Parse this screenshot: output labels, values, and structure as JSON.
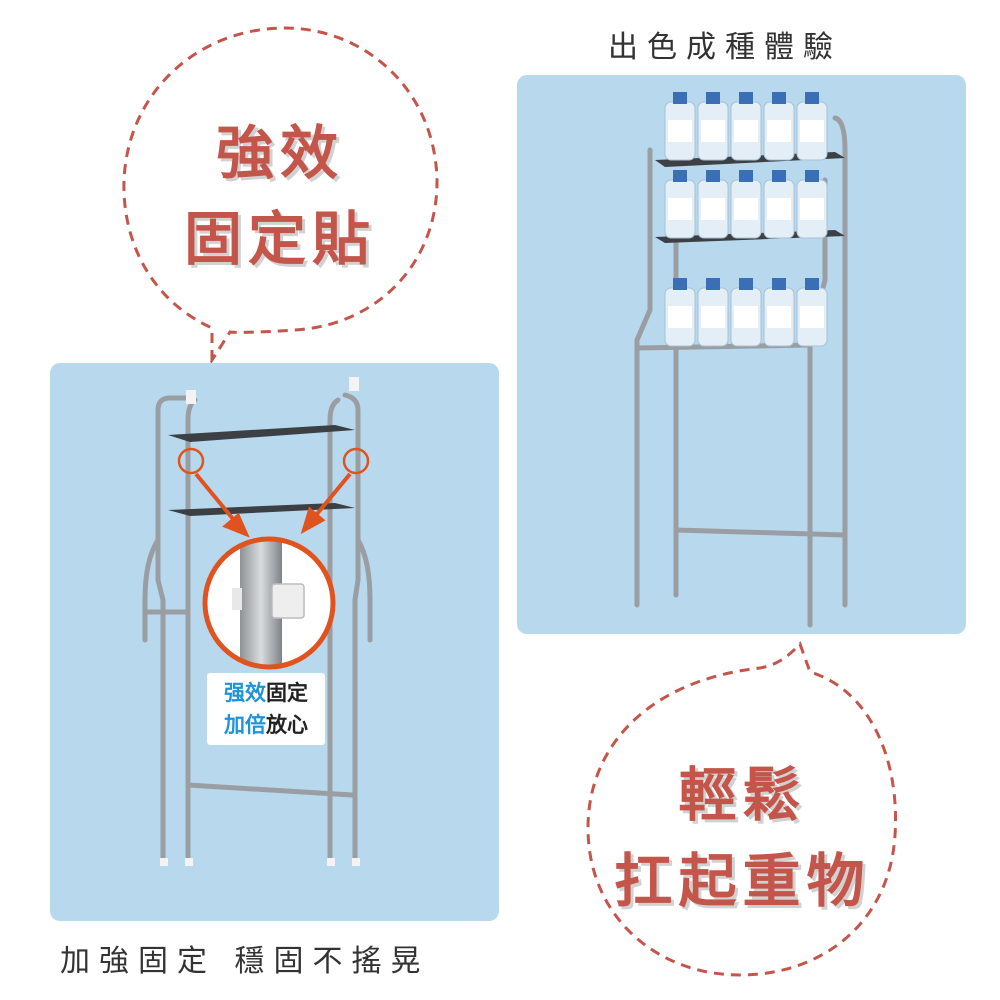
{
  "captions": {
    "left": "加強固定 穩固不搖晃",
    "right": "出色成種體驗"
  },
  "bubbles": {
    "top_line1": "強效",
    "top_line2": "固定貼",
    "bottom_line1": "輕鬆",
    "bottom_line2": "扛起重物"
  },
  "label": {
    "line1_blue": "强效",
    "line1_dark": "固定",
    "line2_blue": "加倍",
    "line2_dark": "放心"
  },
  "colors": {
    "panel": "#b7d8ed",
    "accent": "#c4554a",
    "callout": "#e0531f",
    "label_blue": "#1e94d8"
  }
}
